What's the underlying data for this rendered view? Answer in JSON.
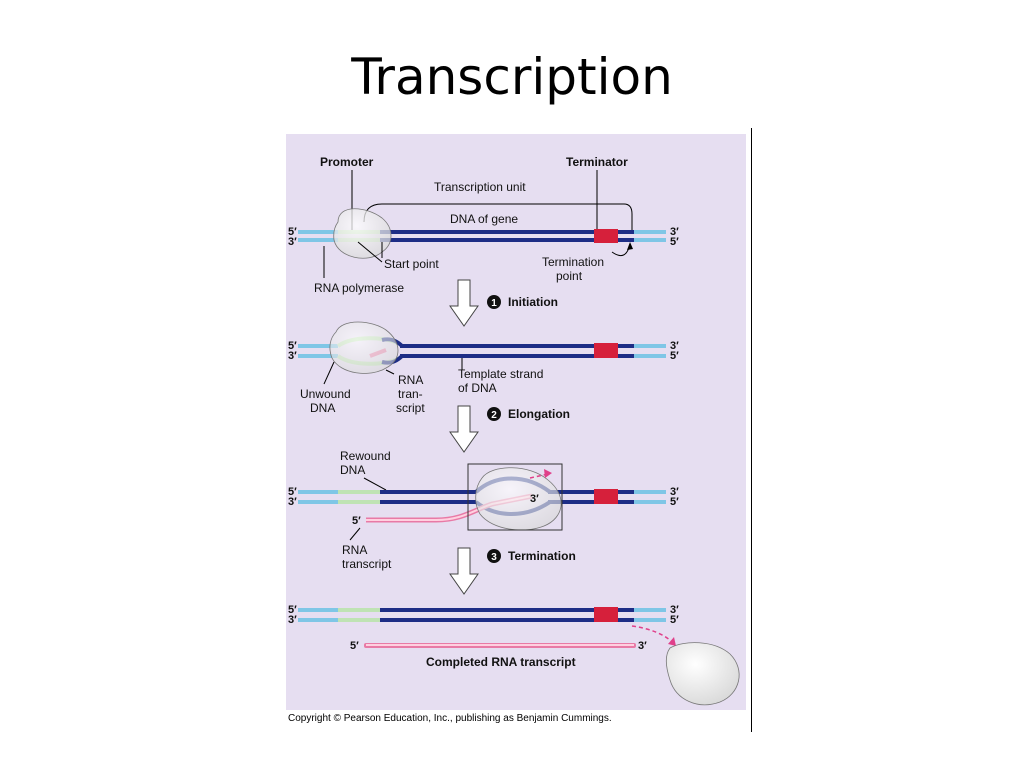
{
  "slide": {
    "title": "Transcription"
  },
  "figure": {
    "labels": {
      "promoter": "Promoter",
      "terminator": "Terminator",
      "transcription_unit": "Transcription unit",
      "dna_of_gene": "DNA of gene",
      "start_point": "Start point",
      "termination_point_1": "Termination",
      "termination_point_2": "point",
      "rna_polymerase": "RNA polymerase",
      "unwound_dna_1": "Unwound",
      "unwound_dna_2": "DNA",
      "rna_transcript_a1": "RNA",
      "rna_transcript_a2": "tran-",
      "rna_transcript_a3": "script",
      "template_strand_1": "Template strand",
      "template_strand_2": "of DNA",
      "rewound_dna_1": "Rewound",
      "rewound_dna_2": "DNA",
      "rna_transcript_b1": "RNA",
      "rna_transcript_b2": "transcript",
      "completed_transcript": "Completed RNA transcript"
    },
    "strand_ends": {
      "five_prime": "5′",
      "three_prime": "3′"
    },
    "steps": [
      {
        "number": "1",
        "label": "Initiation"
      },
      {
        "number": "2",
        "label": "Elongation"
      },
      {
        "number": "3",
        "label": "Termination"
      }
    ],
    "colors": {
      "background": "#e6def1",
      "dna_dark": "#1d2d86",
      "dna_light": "#7fc6e6",
      "promoter": "#bfe3b4",
      "terminator": "#d6203b",
      "rna": "#e87aa6",
      "polymerase": "#f2f2f2"
    }
  },
  "copyright": "Copyright © Pearson Education, Inc., publishing as Benjamin Cummings."
}
